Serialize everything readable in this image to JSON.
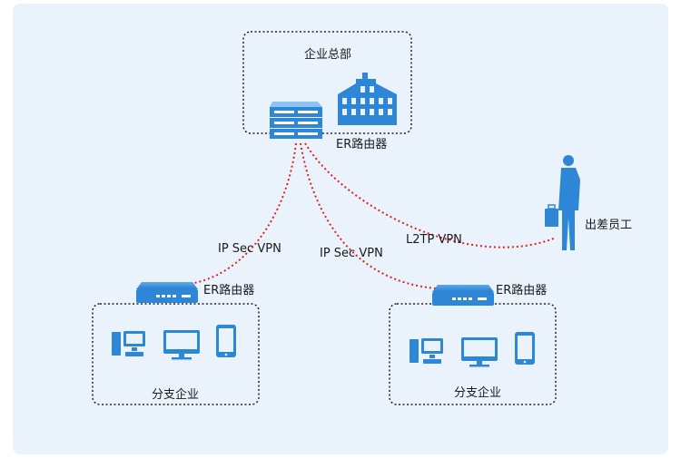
{
  "hq": {
    "label": "企业总部"
  },
  "router_label": "ER路由器",
  "branch_label": "分支企业",
  "employee_label": "出差员工",
  "links": {
    "ipsec_left": "IP Sec VPN",
    "ipsec_right": "IP Sec VPN",
    "l2tp": "L2TP VPN"
  },
  "colors": {
    "panel": "#eaf3fc",
    "device": "#2e86d6",
    "device_dark": "#1f6fb8",
    "link": "#e02020",
    "border": "#222222"
  }
}
